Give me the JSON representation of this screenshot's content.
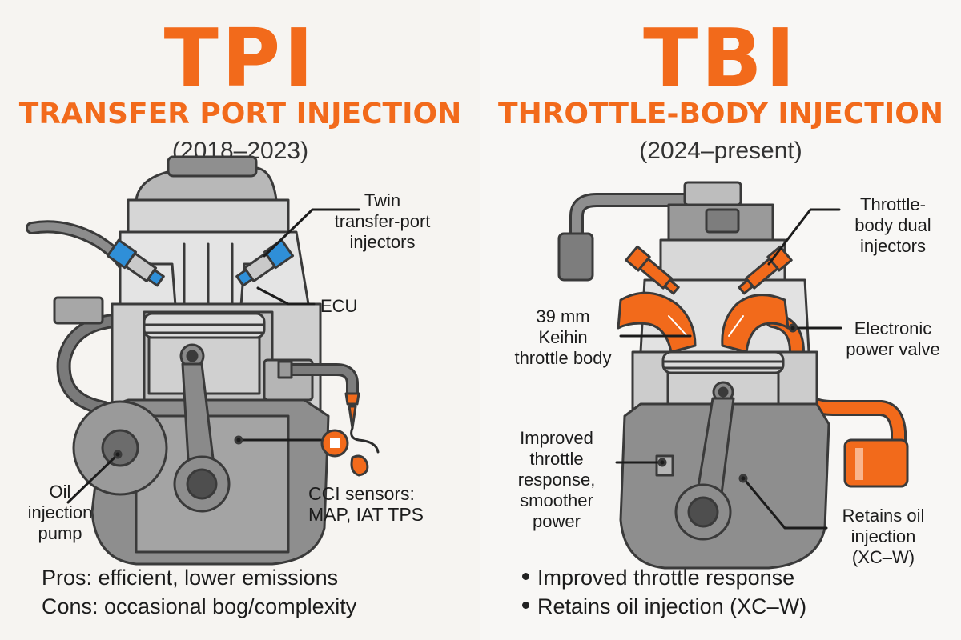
{
  "left": {
    "acronym": "TPI",
    "title": "TRANSFER PORT INJECTION",
    "years": "(2018–2023)",
    "labels": {
      "injectors": "Twin\ntransfer-port\ninjectors",
      "ecu": "ECU",
      "oil_pump": "Oil\ninjection\npump",
      "sensors": "CCI sensors:\nMAP, IAT TPS"
    },
    "pros": "Pros: efficient, lower emissions",
    "cons": "Cons: occasional bog/complexity"
  },
  "right": {
    "acronym": "TBI",
    "title": "THROTTLE-BODY INJECTION",
    "years": "(2024–present)",
    "labels": {
      "injectors": "Throttle-\nbody dual\ninjectors",
      "throttle_body": "39 mm\nKeihin\nthrottle body",
      "power_valve": "Electronic\npower valve",
      "throttle_response": "Improved\nthrottle\nresponse,\nsmoother\npower",
      "oil_injection": "Retains oil\ninjection\n(XC–W)"
    },
    "bullets": [
      "Improved throttle response",
      "Retains oil injection (XC–W)"
    ]
  },
  "colors": {
    "accent": "#f26a1b",
    "injector_blue": "#2f8fd8",
    "metal_dark": "#6f6f6f",
    "metal_mid": "#9a9a9a",
    "metal_light": "#d3d3d3",
    "outline": "#3a3a3a"
  }
}
